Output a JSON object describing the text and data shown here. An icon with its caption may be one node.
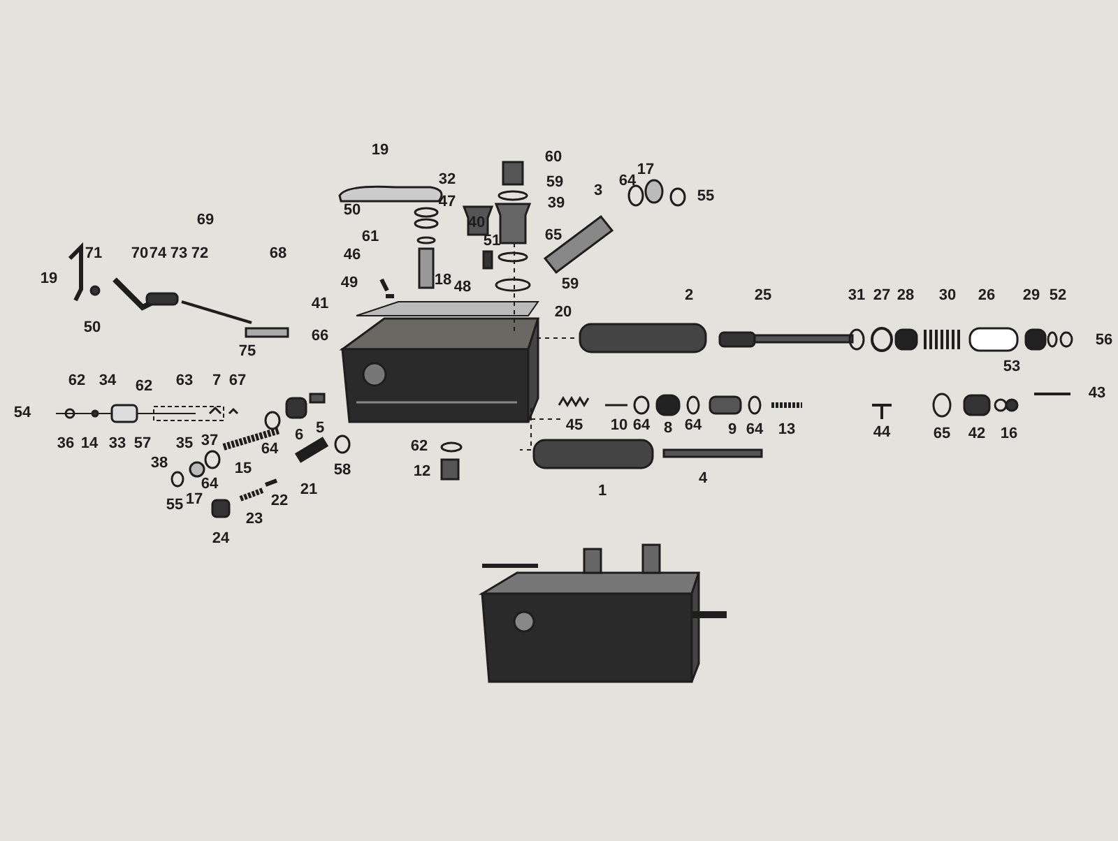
{
  "diagram": {
    "labels": [
      "19",
      "60",
      "17",
      "32",
      "59",
      "3",
      "64",
      "55",
      "47",
      "39",
      "69",
      "50",
      "61",
      "40",
      "51",
      "65",
      "71",
      "70",
      "74",
      "73",
      "72",
      "68",
      "46",
      "19",
      "49",
      "18",
      "48",
      "59",
      "2",
      "25",
      "31",
      "27",
      "28",
      "30",
      "26",
      "29",
      "52",
      "41",
      "20",
      "50",
      "66",
      "56",
      "75",
      "53",
      "62",
      "34",
      "62",
      "63",
      "7",
      "67",
      "43",
      "54",
      "36",
      "14",
      "33",
      "57",
      "35",
      "37",
      "64",
      "6",
      "5",
      "62",
      "45",
      "10",
      "64",
      "8",
      "64",
      "9",
      "64",
      "13",
      "44",
      "65",
      "42",
      "16",
      "38",
      "15",
      "58",
      "12",
      "64",
      "21",
      "1",
      "4",
      "55",
      "17",
      "22",
      "23",
      "24"
    ]
  }
}
